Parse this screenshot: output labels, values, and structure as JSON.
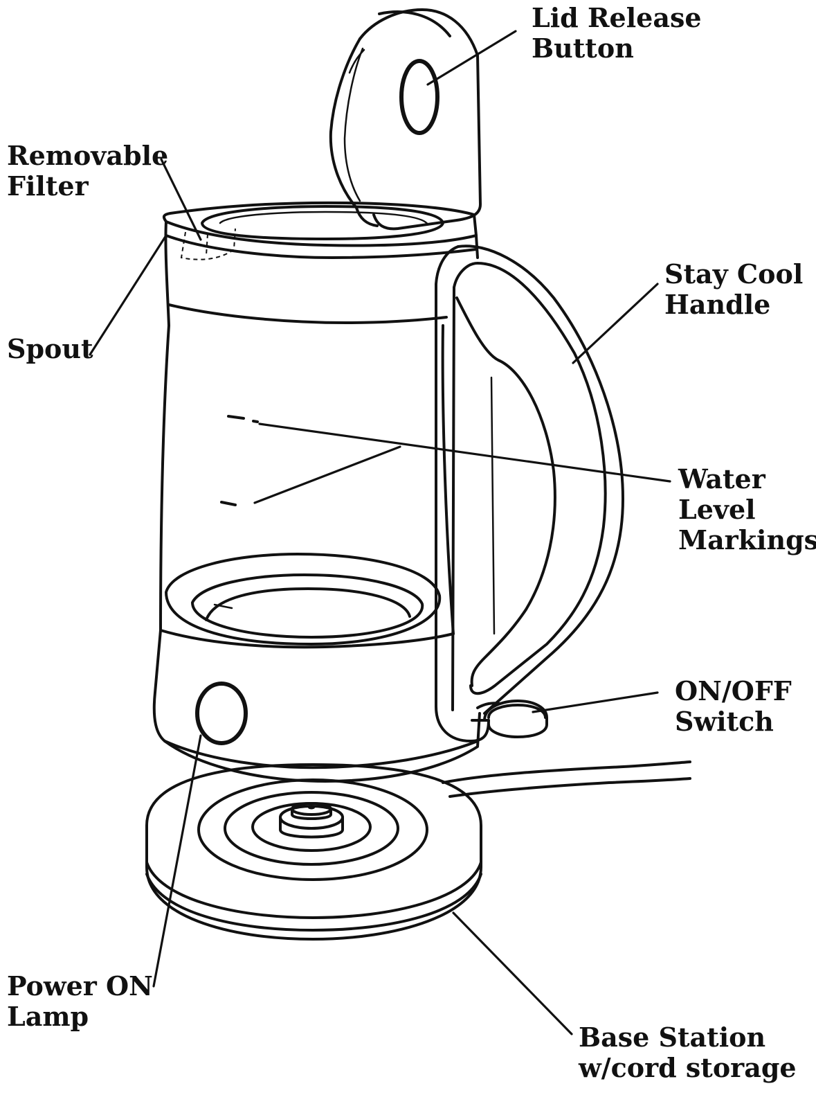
{
  "labels": {
    "lid_release": {
      "line1": "Lid Release",
      "line2": "Button"
    },
    "filter": {
      "line1": "Removable",
      "line2": "Filter"
    },
    "handle": {
      "line1": "Stay Cool",
      "line2": "Handle"
    },
    "spout": {
      "line1": "Spout"
    },
    "water_level": {
      "line1": "Water",
      "line2": "Level",
      "line3": "Markings"
    },
    "switch": {
      "line1": "ON/OFF",
      "line2": "Switch"
    },
    "lamp": {
      "line1": "Power ON",
      "line2": "Lamp"
    },
    "base": {
      "line1": "Base Station",
      "line2": "w/cord storage"
    }
  },
  "colors": {
    "ink": "#111111",
    "background": "#ffffff"
  }
}
